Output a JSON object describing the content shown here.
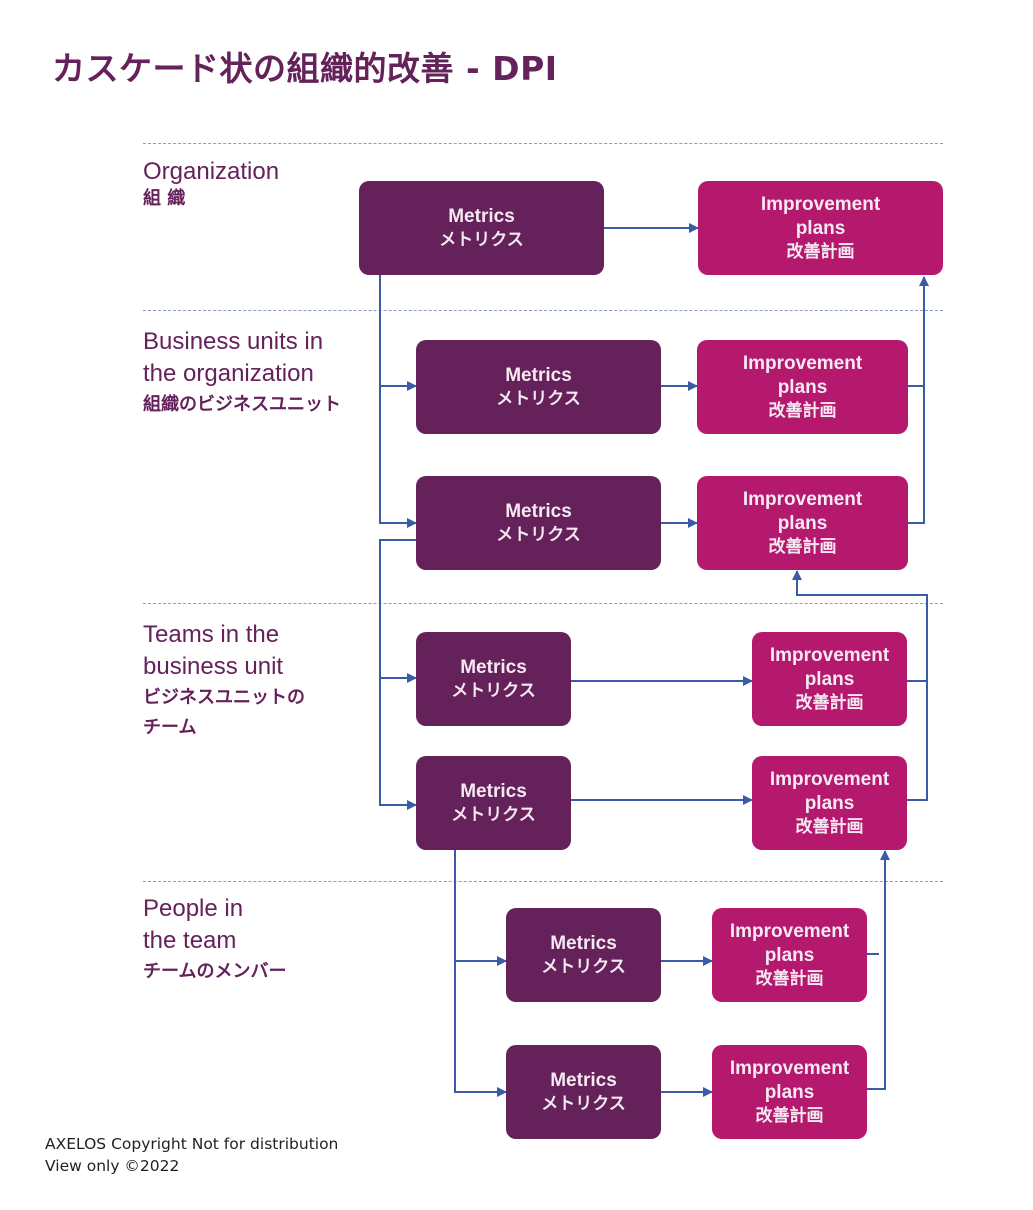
{
  "title": "カスケード状の組織的改善 - DPI",
  "colors": {
    "metrics_box": "#64215a",
    "improvement_box": "#b5196e",
    "connector": "#3a5ba8",
    "heading": "#64215a"
  },
  "levels": [
    {
      "en": "Organization",
      "ja": "組 織"
    },
    {
      "en_lines": [
        "Business units in",
        "the organization"
      ],
      "ja": "組織のビジネスユニット"
    },
    {
      "en_lines": [
        "Teams in the",
        "business unit"
      ],
      "ja_lines": [
        "ビジネスユニットの",
        "チーム"
      ]
    },
    {
      "en_lines": [
        "People in",
        "the team"
      ],
      "ja": "チームのメンバー"
    }
  ],
  "boxes": {
    "metrics": {
      "en": "Metrics",
      "ja": "メトリクス"
    },
    "improvement": {
      "en1": "Improvement",
      "en2": "plans",
      "ja": "改善計画"
    }
  },
  "footer": {
    "line1": "AXELOS Copyright  Not for distribution",
    "line2": "View only ©2022"
  }
}
